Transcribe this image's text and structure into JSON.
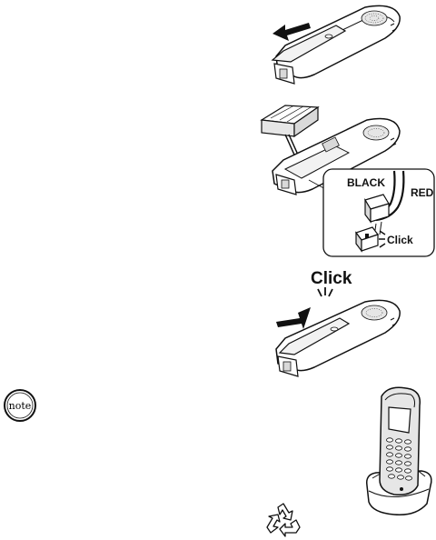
{
  "note": {
    "badge_text": "note"
  },
  "figure2": {
    "wire_black_label": "BLACK",
    "wire_red_label": "RED",
    "click_label": "Click"
  },
  "figure3": {
    "click_label": "Click"
  },
  "icons": [
    "arrow-left-icon",
    "arrow-right-icon",
    "battery-pack-icon",
    "connector-icon",
    "recycle-icon",
    "note-icon"
  ],
  "colors": {
    "line": "#111111",
    "fill": "#ffffff",
    "shade": "#d9d9d9"
  }
}
